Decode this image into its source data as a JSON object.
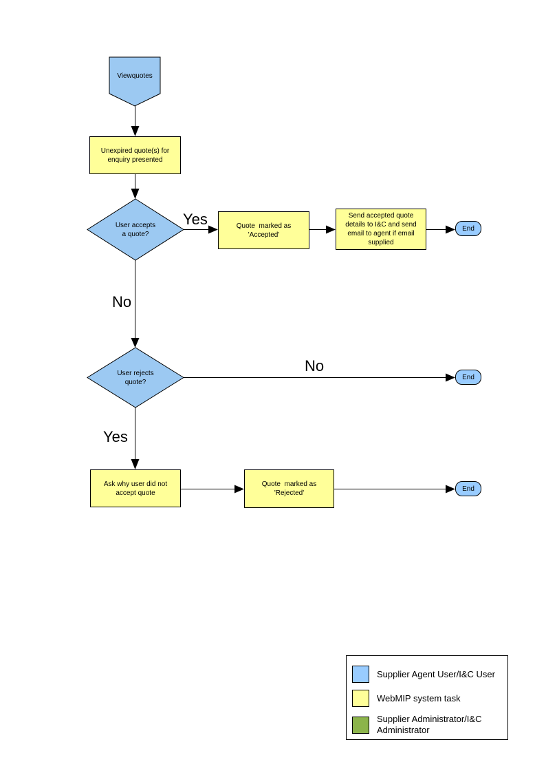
{
  "colors": {
    "actor_blue": "#9CC9F2",
    "end_blue": "#99CCFF",
    "task_yellow": "#FFFF99",
    "admin_green": "#8CB44B",
    "outline": "#000000"
  },
  "flowchart": {
    "start_label": "Viewquotes",
    "unexpired_label": "Unexpired quote(s) for\nenquiry presented",
    "accepts_label": "User accepts\na quote?",
    "accepted_label": "Quote  marked as\n'Accepted'",
    "send_label": "Send accepted quote\ndetails to I&C and send\nemail to agent if email\nsupplied",
    "rejects_label": "User rejects\nquote?",
    "ask_label": "Ask why user did not\naccept quote",
    "rejected_label": "Quote  marked as\n'Rejected'",
    "end_label": "End",
    "yes1_label": "Yes",
    "no1_label": "No",
    "no2_label": "No",
    "yes2_label": "Yes"
  },
  "legend": {
    "items": [
      {
        "label": "Supplier Agent User/I&C User",
        "color": "#99CCFF"
      },
      {
        "label": "WebMIP system task",
        "color": "#FFFF99"
      },
      {
        "label": "Supplier Administrator/I&C\nAdministrator",
        "color": "#8CB44B"
      }
    ]
  }
}
